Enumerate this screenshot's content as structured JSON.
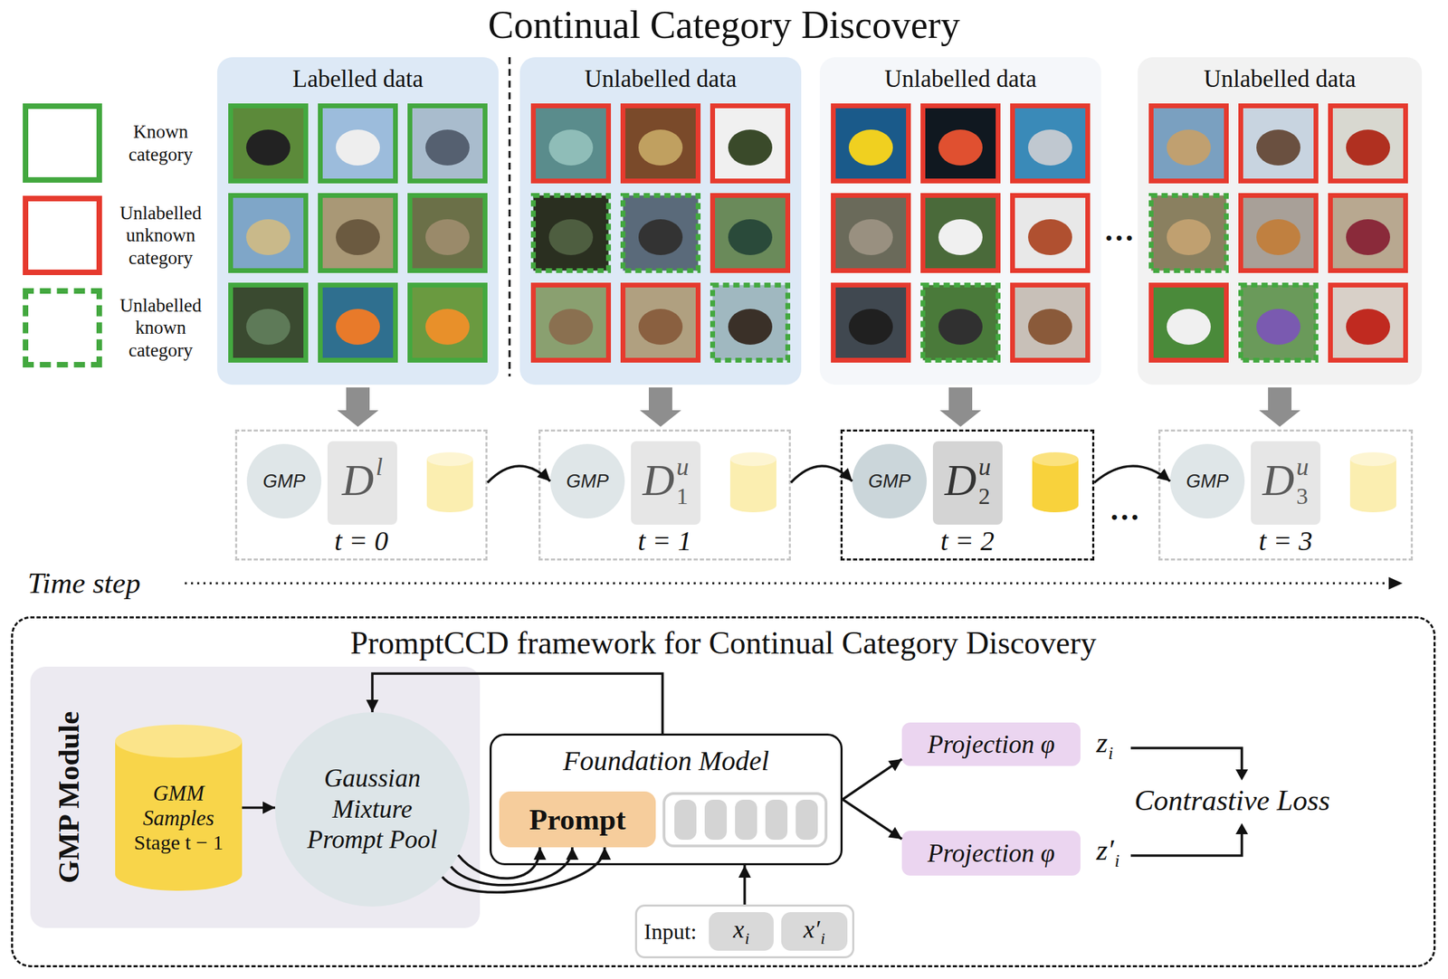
{
  "diagram": {
    "title": "Continual Category Discovery",
    "nodes": [
      {
        "text": [
          "Labelled data"
        ]
      },
      {
        "text": [
          "Unlabelled data"
        ]
      },
      {
        "text": [
          "Unlabelled data"
        ]
      },
      {
        "text": [
          "Unlabelled data"
        ]
      },
      {
        "text": [
          "t = 0"
        ]
      },
      {
        "text": [
          "GMP"
        ],
        "in": 4
      },
      {
        "text": [
          "D",
          "l"
        ],
        "in": 4
      },
      {
        "text": [
          "t = 1"
        ]
      },
      {
        "text": [
          "GMP"
        ],
        "in": 7
      },
      {
        "text": [
          "D",
          "u",
          "1"
        ],
        "in": 7
      },
      {
        "text": [
          "t = 2"
        ]
      },
      {
        "text": [
          "GMP"
        ],
        "in": 10
      },
      {
        "text": [
          "D",
          "u",
          "2"
        ],
        "in": 10
      },
      {
        "text": [
          "t = 3"
        ]
      },
      {
        "text": [
          "GMP"
        ],
        "in": 13
      },
      {
        "text": [
          "D",
          "u",
          "3"
        ],
        "in": 13
      },
      {
        "text": [
          "PromptCCD framework for Continual Category Discovery"
        ]
      },
      {
        "text": [
          "GMP Module"
        ],
        "in": 16
      },
      {
        "text": [
          "GMM Samples",
          "Stage t − 1"
        ],
        "in": 17
      },
      {
        "text": [
          "Gaussian Mixture Prompt Pool"
        ],
        "in": 17
      },
      {
        "text": [
          "Foundation Model"
        ],
        "in": 16
      },
      {
        "text": [
          "Prompt"
        ],
        "in": 20
      },
      {
        "text": [
          "Projection φ"
        ],
        "in": 16
      },
      {
        "text": [
          "Projection φ"
        ],
        "in": 16
      },
      {
        "text": [
          "Input:"
        ],
        "in": 16
      },
      {
        "text": [
          "x",
          "i"
        ],
        "in": 24
      },
      {
        "text": [
          "x′",
          "i"
        ],
        "in": 24
      }
    ],
    "edges": [
      {
        "from": 0,
        "to": 4,
        "arrow": "to"
      },
      {
        "from": 1,
        "to": 7,
        "arrow": "to"
      },
      {
        "from": 2,
        "to": 10,
        "arrow": "to"
      },
      {
        "from": 3,
        "to": 13,
        "arrow": "to"
      },
      {
        "from": 4,
        "to": 8,
        "arrow": "to"
      },
      {
        "from": 7,
        "to": 11,
        "arrow": "to"
      },
      {
        "from": 10,
        "to": 14,
        "arrow": "to"
      },
      {
        "from": 18,
        "to": 19,
        "arrow": "to"
      },
      {
        "from": 19,
        "to": 21,
        "arrow": "to"
      },
      {
        "from": 19,
        "to": 21,
        "arrow": "to"
      },
      {
        "from": 19,
        "to": 21,
        "arrow": "to"
      },
      {
        "from": 20,
        "to": 19,
        "arrow": "to"
      },
      {
        "from": 24,
        "to": 20,
        "arrow": "to"
      },
      {
        "from": 20,
        "to": 22,
        "arrow": "to"
      },
      {
        "from": 20,
        "to": 23,
        "arrow": "to"
      }
    ],
    "labels": [
      "…",
      "…",
      "Time step",
      "z",
      "i",
      "z′",
      "i",
      "Contrastive Loss"
    ],
    "legend": [
      {
        "text": "Known category",
        "color": "#43a83f"
      },
      {
        "text": "Unlabelled unknown category",
        "color": "#e63a2e"
      },
      {
        "text": "Unlabelled known category",
        "color": "#43a83f"
      }
    ]
  }
}
